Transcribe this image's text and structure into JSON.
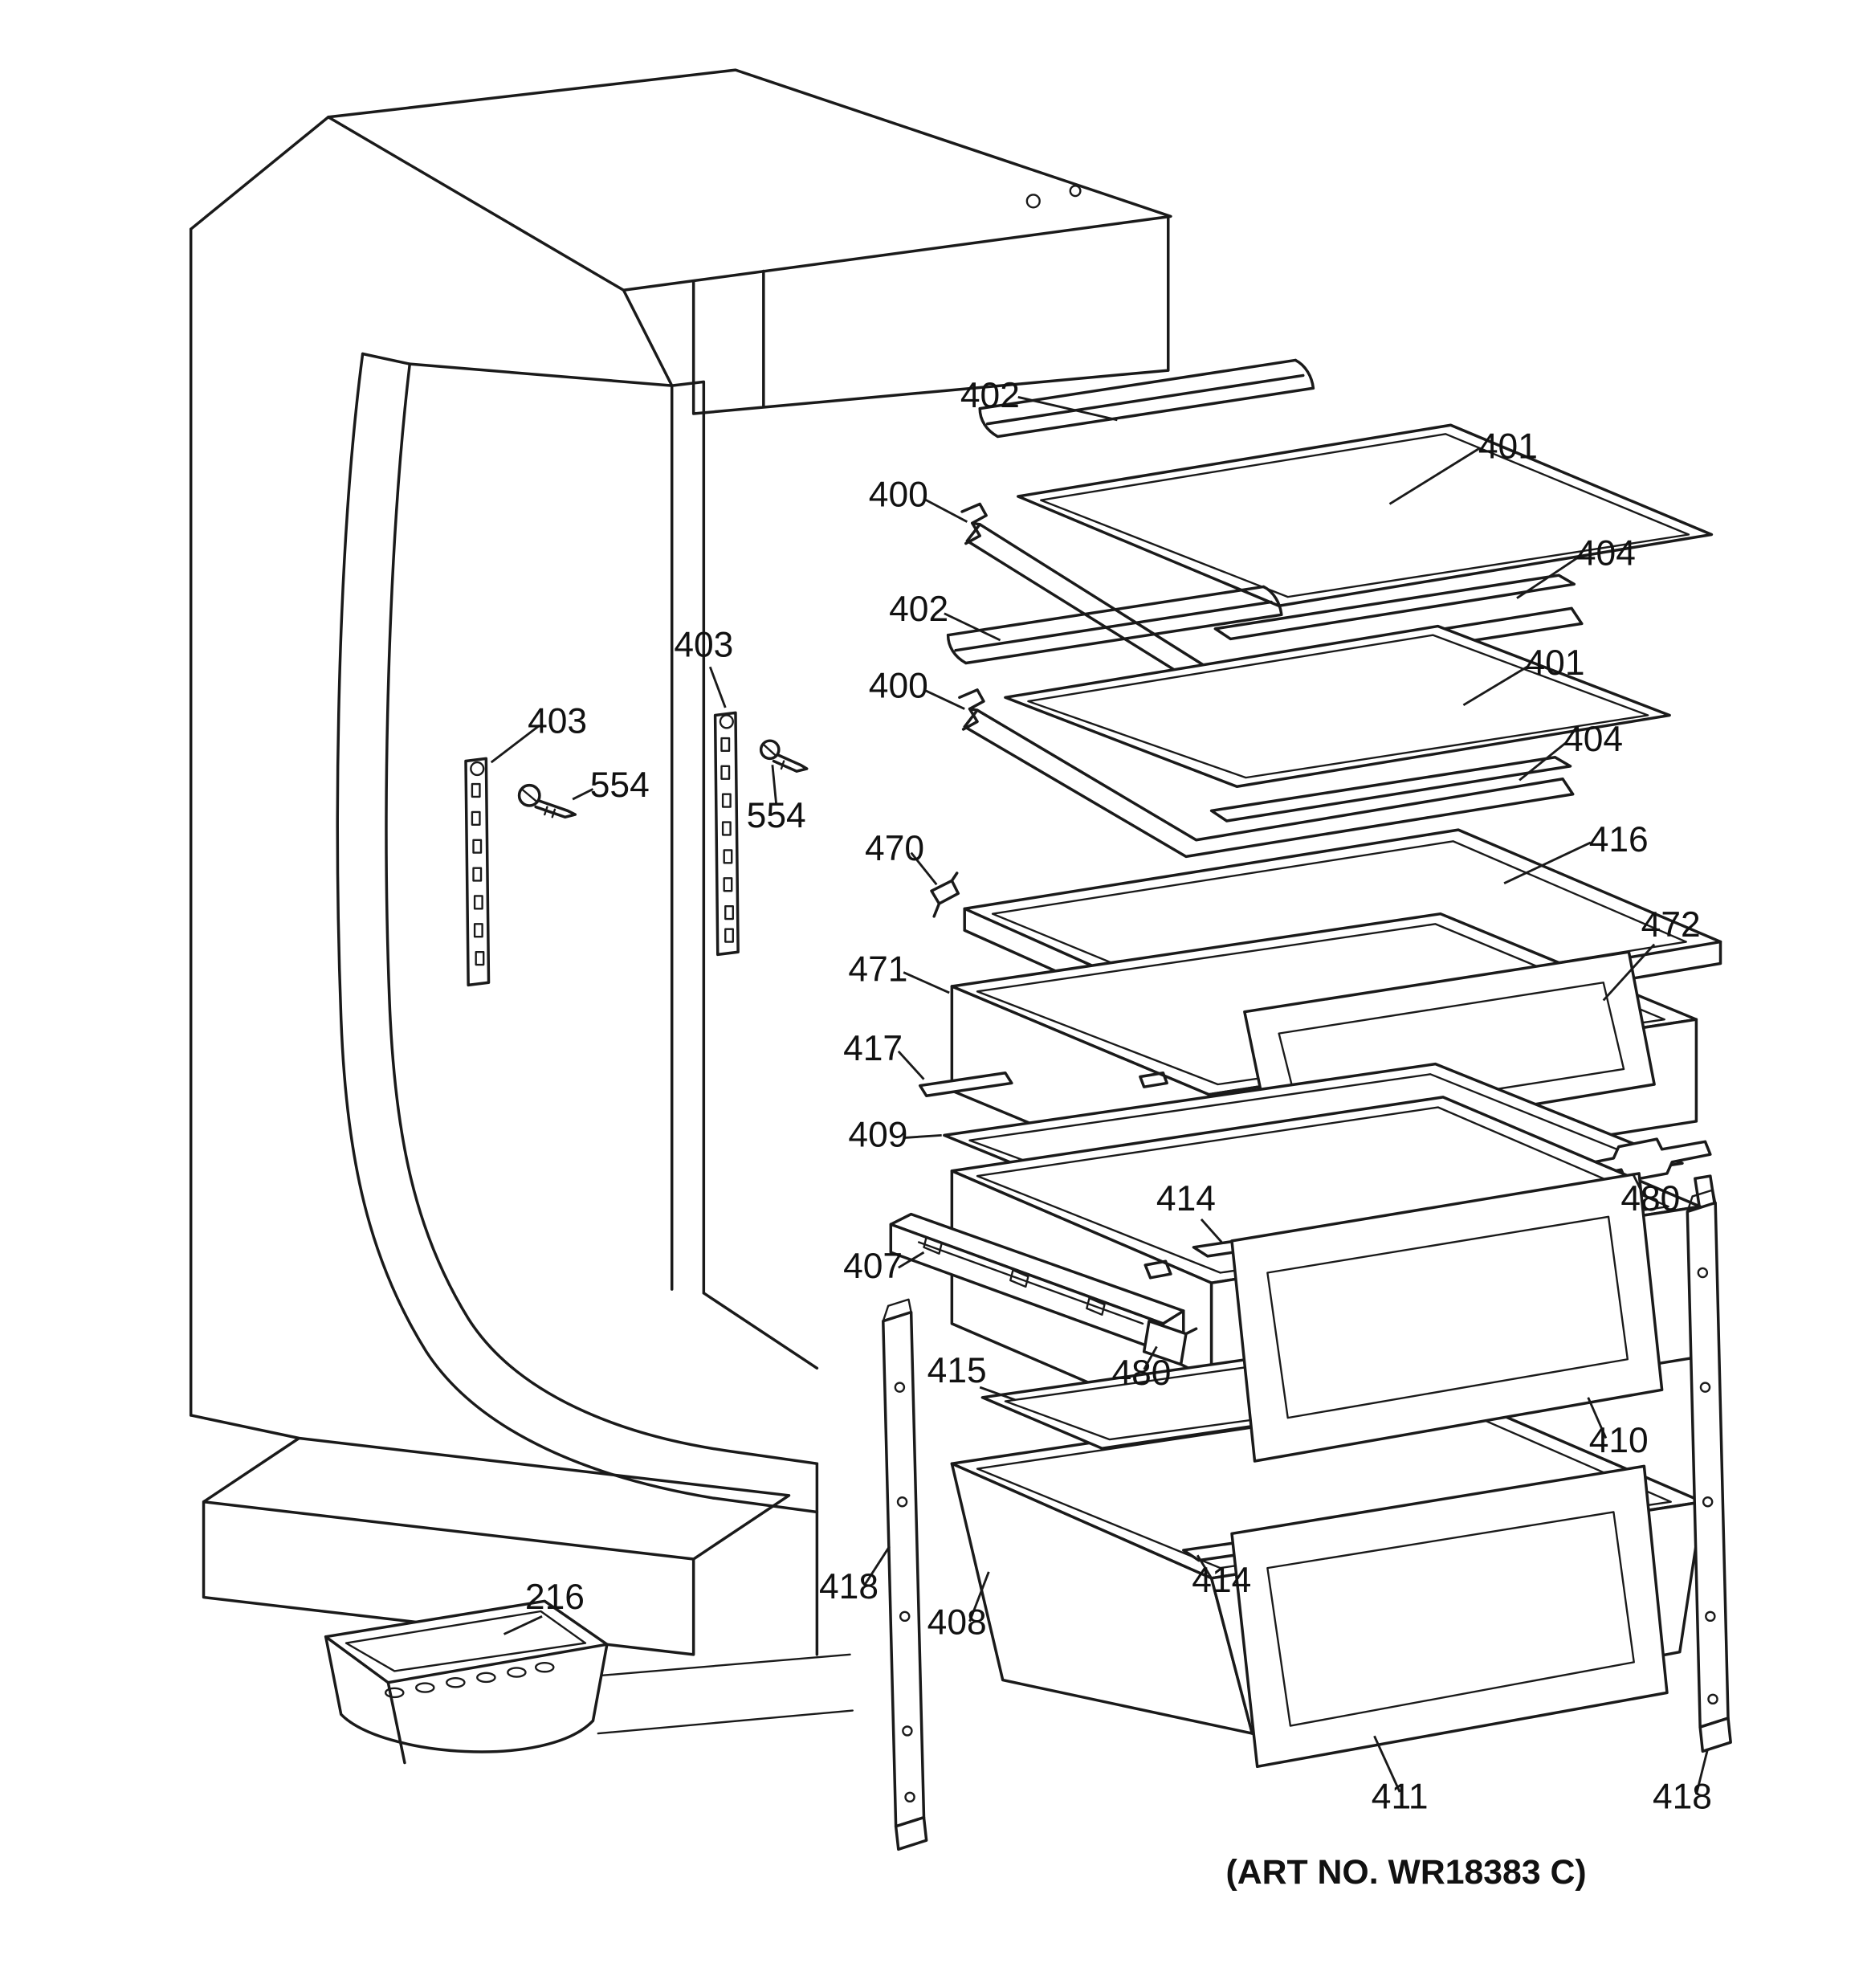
{
  "diagram": {
    "art_no": "(ART NO. WR18383 C)",
    "colors": {
      "background": "#ffffff",
      "line": "#1a1a1a",
      "label_text": "#111111"
    },
    "labels": [
      {
        "id": "shelf-trim-402-upper",
        "text": "402"
      },
      {
        "id": "glass-shelf-401-upper",
        "text": "401"
      },
      {
        "id": "shelf-frame-400-upper",
        "text": "400"
      },
      {
        "id": "shelf-rail-404-upper",
        "text": "404"
      },
      {
        "id": "shelf-trim-402-lower",
        "text": "402"
      },
      {
        "id": "glass-shelf-401-lower",
        "text": "401"
      },
      {
        "id": "shelf-frame-400-lower",
        "text": "400"
      },
      {
        "id": "shelf-rail-404-lower",
        "text": "404"
      },
      {
        "id": "mounting-rail-403-right",
        "text": "403"
      },
      {
        "id": "mounting-rail-403-left",
        "text": "403"
      },
      {
        "id": "screw-554-left",
        "text": "554"
      },
      {
        "id": "screw-554-right",
        "text": "554"
      },
      {
        "id": "clip-470",
        "text": "470"
      },
      {
        "id": "cover-416",
        "text": "416"
      },
      {
        "id": "drawer-front-472",
        "text": "472"
      },
      {
        "id": "drawer-471",
        "text": "471"
      },
      {
        "id": "trim-417",
        "text": "417"
      },
      {
        "id": "shelf-409",
        "text": "409"
      },
      {
        "id": "rail-414-upper",
        "text": "414"
      },
      {
        "id": "bracket-480-right",
        "text": "480"
      },
      {
        "id": "rail-407",
        "text": "407"
      },
      {
        "id": "bracket-480-center",
        "text": "480"
      },
      {
        "id": "shelf-415",
        "text": "415"
      },
      {
        "id": "drawer-front-410",
        "text": "410"
      },
      {
        "id": "bin-216",
        "text": "216"
      },
      {
        "id": "side-rail-418-left",
        "text": "418"
      },
      {
        "id": "drawer-408",
        "text": "408"
      },
      {
        "id": "rail-414-lower",
        "text": "414"
      },
      {
        "id": "drawer-front-411",
        "text": "411"
      },
      {
        "id": "side-rail-418-right",
        "text": "418"
      }
    ]
  }
}
